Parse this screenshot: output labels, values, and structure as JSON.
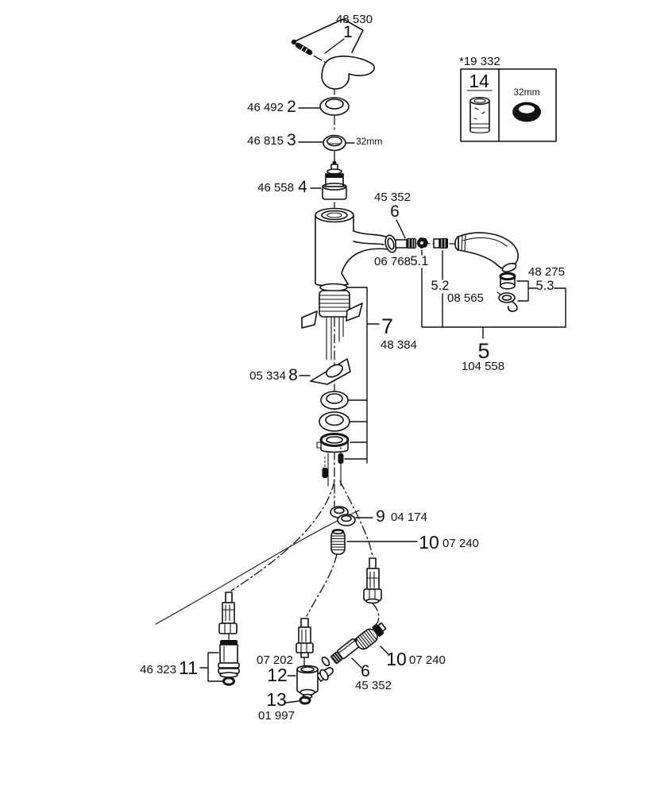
{
  "colors": {
    "ink": "#111111",
    "background": "#ffffff"
  },
  "callouts": {
    "c1": {
      "num": "1",
      "code": "48 530"
    },
    "c2": {
      "num": "2",
      "code": "46 492"
    },
    "c3": {
      "num": "3",
      "code": "46 815",
      "note": "32mm"
    },
    "c4": {
      "num": "4",
      "code": "46 558"
    },
    "c5": {
      "num": "5",
      "code": "104 558"
    },
    "c5_1": {
      "num": "5.1",
      "code": "06 768"
    },
    "c5_2": {
      "num": "5.2",
      "code": "08 565"
    },
    "c5_3": {
      "num": "5.3",
      "code": "48 275"
    },
    "c6_spout": {
      "num": "6",
      "code": "45 352"
    },
    "c6_lower": {
      "num": "6",
      "code": "45 352"
    },
    "c7": {
      "num": "7",
      "code": "48 384"
    },
    "c8": {
      "num": "8",
      "code": "05 334"
    },
    "c9": {
      "num": "9",
      "code": "04 174"
    },
    "c10_upper": {
      "num": "10",
      "code": "07 240"
    },
    "c10_lower": {
      "num": "10",
      "code": "07 240"
    },
    "c11": {
      "num": "11",
      "code": "46 323"
    },
    "c12": {
      "num": "12",
      "code": "07 202"
    },
    "c13": {
      "num": "13",
      "code": "01 997"
    }
  },
  "service_box": {
    "ref": "*19 332",
    "num": "14",
    "size": "32mm"
  }
}
